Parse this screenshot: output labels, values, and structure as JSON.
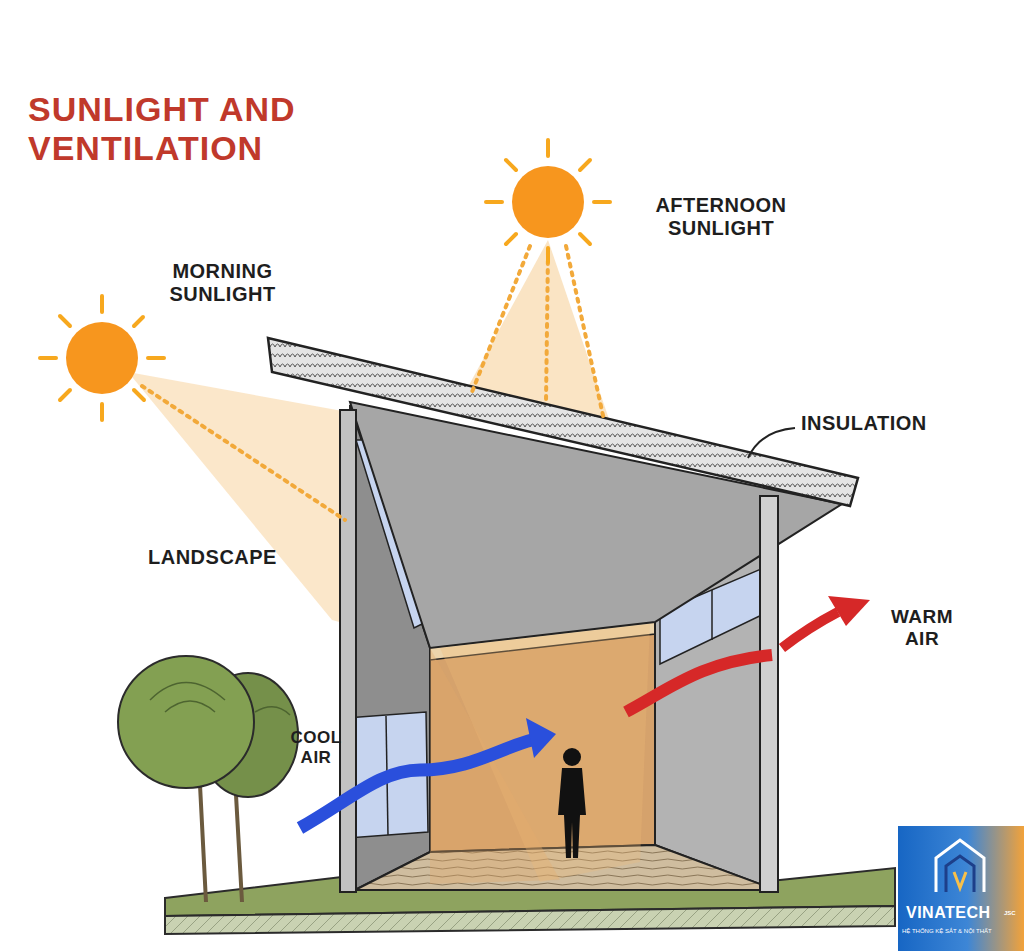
{
  "diagram": {
    "title": "SUNLIGHT AND VENTILATION",
    "labels": [
      "MORNING SUNLIGHT",
      "AFTERNOON SUNLIGHT",
      "INSULATION",
      "LANDSCAPE",
      "COOL AIR",
      "WARM AIR",
      "VINATECH",
      "JSC",
      "HỆ THỐNG KỆ SẮT & NỘI THẤT"
    ]
  }
}
